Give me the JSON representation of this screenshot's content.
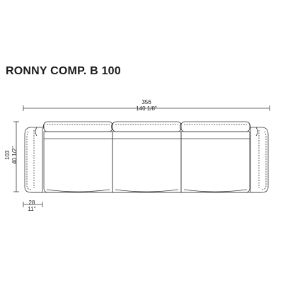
{
  "title": "RONNY COMP. B 100",
  "width_dimension": {
    "cm": "356",
    "in": "140 1/8\""
  },
  "depth_dimension": {
    "cm": "103",
    "in": "40 1/2\""
  },
  "arm_dimension": {
    "cm": "28",
    "in": "11\""
  },
  "colors": {
    "line": "#3a3a3a",
    "text": "#1a1a1a",
    "background": "#ffffff"
  }
}
